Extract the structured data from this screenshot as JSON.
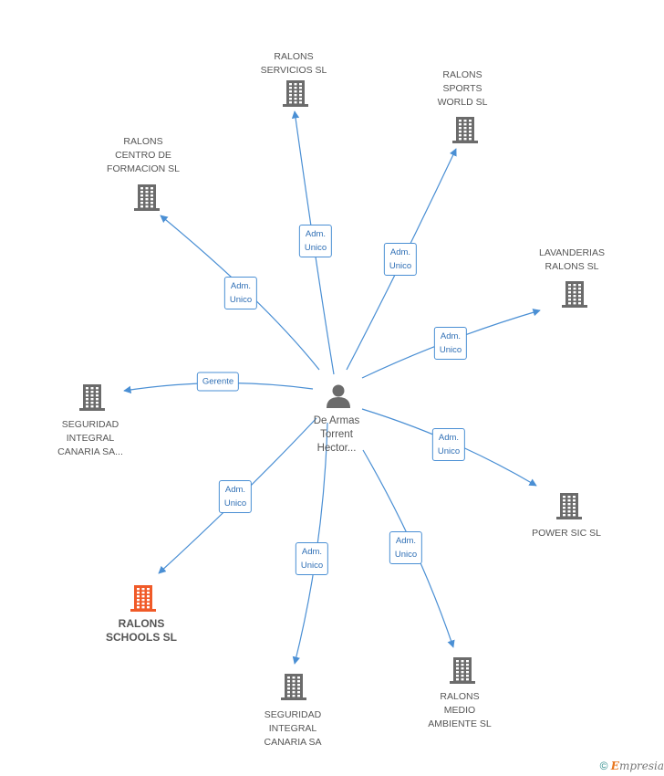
{
  "center": {
    "name": "De Armas\nTorrent\nHector..."
  },
  "companies": [
    {
      "id": "servicios",
      "name": "RALONS\nSERVICIOS SL",
      "role": "Adm.\nUnico",
      "highlight": false
    },
    {
      "id": "sports",
      "name": "RALONS\nSPORTS\nWORLD SL",
      "role": "Adm.\nUnico",
      "highlight": false
    },
    {
      "id": "formacion",
      "name": "RALONS\nCENTRO DE\nFORMACION SL",
      "role": "Adm.\nUnico",
      "highlight": false
    },
    {
      "id": "lavanderias",
      "name": "LAVANDERIAS\nRALONS SL",
      "role": "Adm.\nUnico",
      "highlight": false
    },
    {
      "id": "seguridad1",
      "name": "SEGURIDAD\nINTEGRAL\nCANARIA SA...",
      "role": "Gerente",
      "highlight": false
    },
    {
      "id": "powersic",
      "name": "POWER SIC SL",
      "role": "Adm.\nUnico",
      "highlight": false
    },
    {
      "id": "schools",
      "name": "RALONS\nSCHOOLS SL",
      "role": "Adm.\nUnico",
      "highlight": true
    },
    {
      "id": "seguridad2",
      "name": "SEGURIDAD\nINTEGRAL\nCANARIA SA",
      "role": "Adm.\nUnico",
      "highlight": false
    },
    {
      "id": "medio",
      "name": "RALONS\nMEDIO\nAMBIENTE SL",
      "role": "Adm.\nUnico",
      "highlight": false
    }
  ],
  "colors": {
    "edge": "#4a8fd4",
    "building": "#6b6b6b",
    "building_highlight": "#f05a28",
    "person": "#6b6b6b"
  },
  "footer": {
    "copyright": "©",
    "brand_first": "E",
    "brand_rest": "mpresia"
  }
}
